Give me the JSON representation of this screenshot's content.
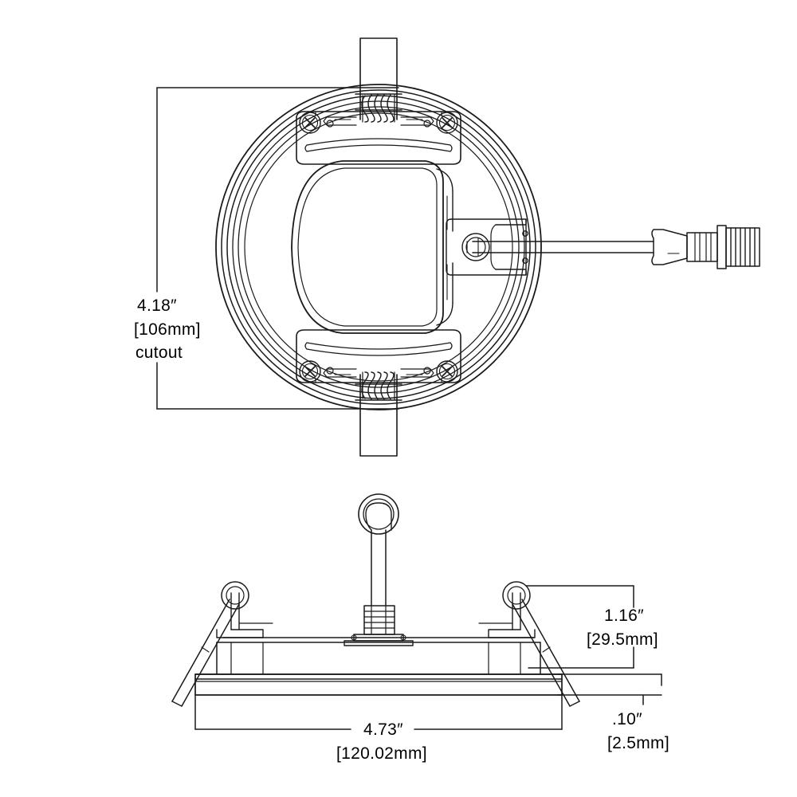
{
  "drawing": {
    "title": "Recessed LED downlight dimensional drawing",
    "background_color": "#ffffff",
    "line_color": "#1a1a1a",
    "views": [
      {
        "name": "top-view",
        "label": "plan view of housing with spring clips and wire connector"
      },
      {
        "name": "side-view",
        "label": "side elevation of housing with trim flange"
      }
    ]
  },
  "dimensions": {
    "cutout": {
      "inches": "4.18″",
      "millimeters": "[106mm]",
      "note": "cutout"
    },
    "height": {
      "inches": "1.16″",
      "millimeters": "[29.5mm]"
    },
    "trim_thickness": {
      "inches": ".10″",
      "millimeters": "[2.5mm]"
    },
    "overall_diameter": {
      "inches": "4.73″",
      "millimeters": "[120.02mm]"
    }
  },
  "components": {
    "top_view": {
      "outer_ring": "outer-trim-ring",
      "inner_housing": "inner-housing-d-shape",
      "spring_clip_top": "spring-clip-top",
      "spring_clip_bottom": "spring-clip-bottom",
      "screws": [
        "phillips-screw-top-left",
        "phillips-screw-top-right",
        "phillips-screw-bottom-left",
        "phillips-screw-bottom-right"
      ],
      "wire": "power-lead-wire",
      "connector": "threaded-quick-connector",
      "gland": "cable-gland-bracket"
    },
    "side_view": {
      "center_post": "center-spring-post",
      "clip_left": "side-spring-clip-left",
      "clip_right": "side-spring-clip-right",
      "body": "housing-body",
      "trim": "trim-flange"
    }
  }
}
